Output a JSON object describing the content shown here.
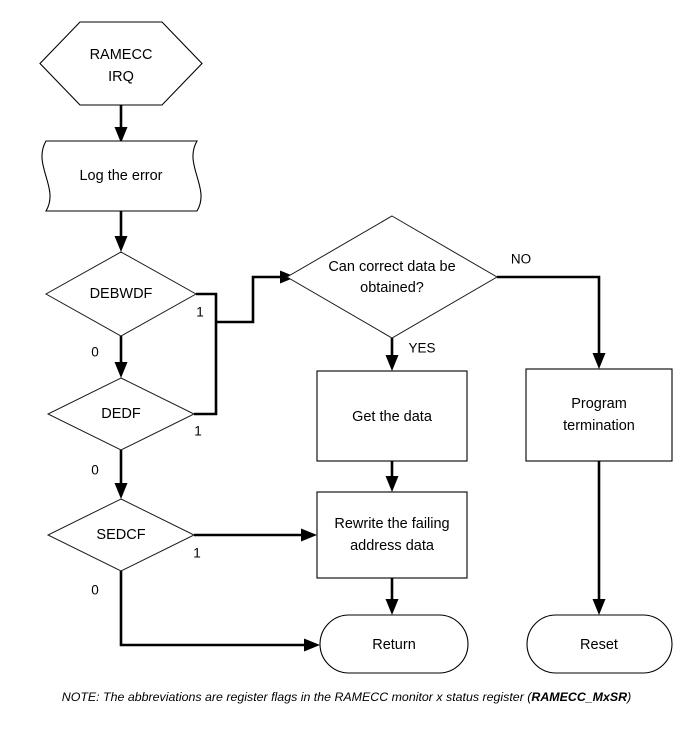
{
  "diagram": {
    "title": "RAMECC IRQ handling flowchart",
    "type": "flowchart",
    "colors": {
      "background": "#ffffff",
      "shape_stroke": "#000000",
      "connector_stroke": "#000000",
      "text": "#000000"
    }
  },
  "nodes": {
    "start": {
      "label_line1": "RAMECC",
      "label_line2": "IRQ",
      "shape": "hexagon"
    },
    "log_error": {
      "label": "Log the error",
      "shape": "punched-tape"
    },
    "debwdf": {
      "label": "DEBWDF",
      "shape": "decision"
    },
    "dedf": {
      "label": "DEDF",
      "shape": "decision"
    },
    "sedcf": {
      "label": "SEDCF",
      "shape": "decision"
    },
    "can_correct": {
      "label_line1": "Can correct data be",
      "label_line2": "obtained?",
      "shape": "decision"
    },
    "get_data": {
      "label": "Get the data",
      "shape": "process"
    },
    "rewrite": {
      "label_line1": "Rewrite the failing",
      "label_line2": "address data",
      "shape": "process"
    },
    "program_termination": {
      "label_line1": "Program",
      "label_line2": "termination",
      "shape": "process"
    },
    "return": {
      "label": "Return",
      "shape": "terminator"
    },
    "reset": {
      "label": "Reset",
      "shape": "terminator"
    }
  },
  "edge_labels": {
    "debwdf_one": "1",
    "debwdf_zero": "0",
    "dedf_one": "1",
    "dedf_zero": "0",
    "sedcf_one": "1",
    "sedcf_zero": "0",
    "can_correct_no": "NO",
    "can_correct_yes": "YES"
  },
  "note": {
    "prefix": "NOTE: The abbreviations are register flags in the RAMECC monitor x status register (",
    "register": "RAMECC_MxSR",
    "suffix": ")"
  }
}
